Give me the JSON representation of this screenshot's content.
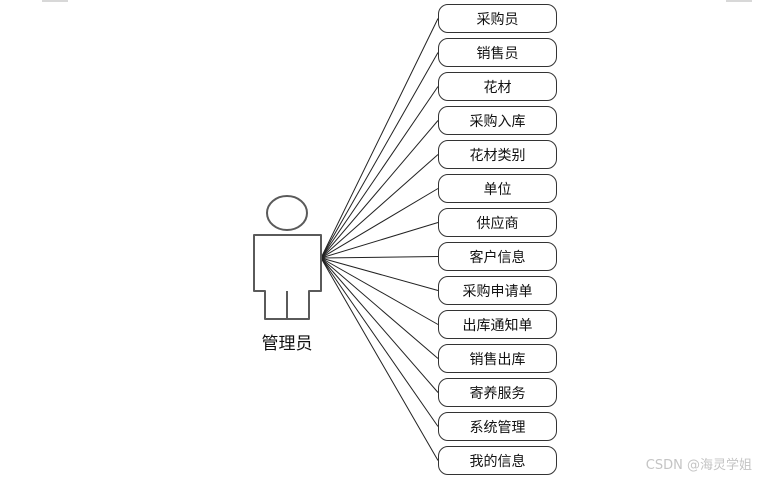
{
  "actor": {
    "label": "管理员"
  },
  "use_cases": [
    "采购员",
    "销售员",
    "花材",
    "采购入库",
    "花材类别",
    "单位",
    "供应商",
    "客户信息",
    "采购申请单",
    "出库通知单",
    "销售出库",
    "寄养服务",
    "系统管理",
    "我的信息"
  ],
  "watermark": "CSDN @海灵学姐",
  "colors": {
    "line": "#222222",
    "actor_stroke": "#5a5a5a",
    "actor_fill": "#ffffff",
    "watermark": "#c4c4c4"
  }
}
